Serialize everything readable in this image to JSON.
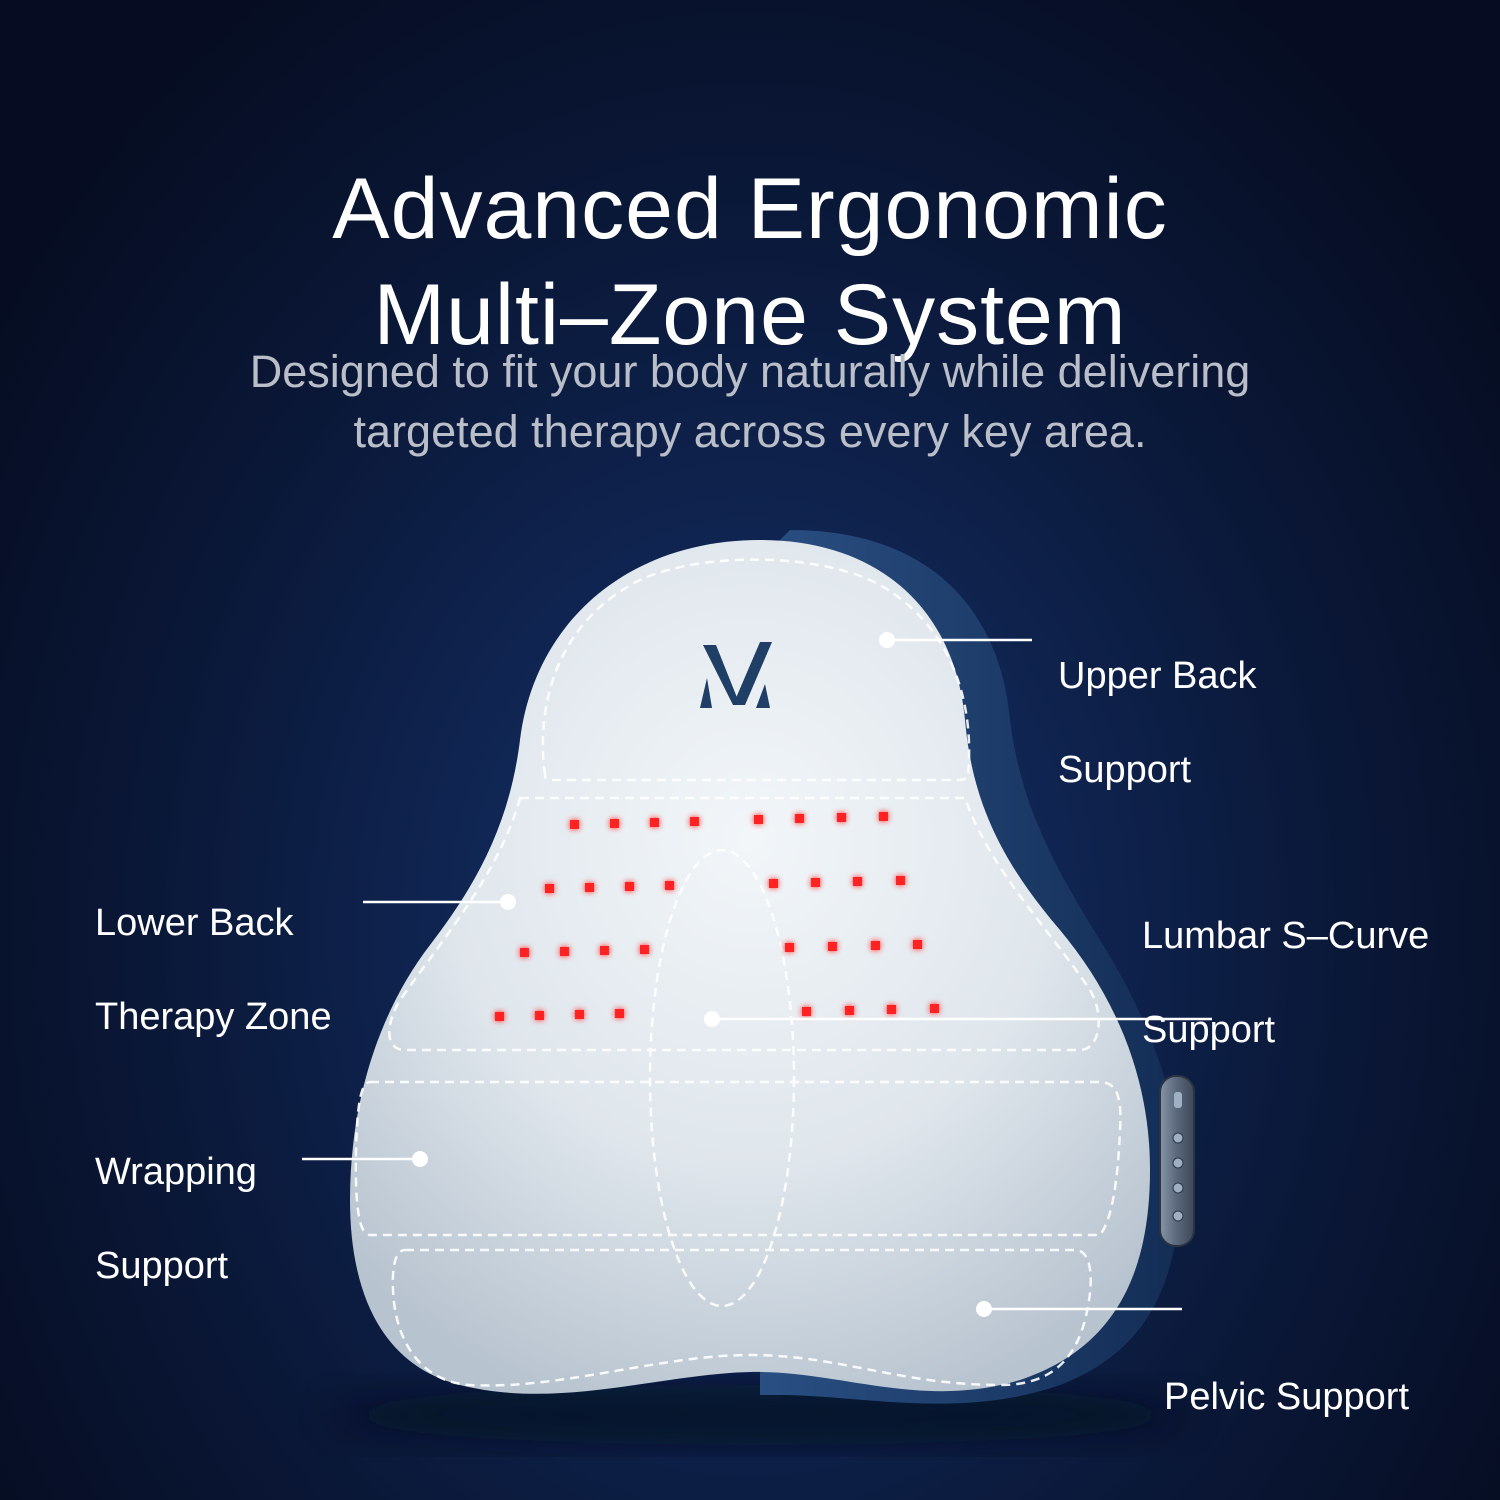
{
  "header": {
    "title_line1": "Advanced Ergonomic",
    "title_line2": "Multi–Zone System",
    "subtitle_line1": "Designed to fit your body naturally while delivering",
    "subtitle_line2": "targeted therapy across every key area."
  },
  "callouts": {
    "upper_back": [
      "Upper Back",
      "Support"
    ],
    "lower_back": [
      "Lower Back",
      "Therapy Zone"
    ],
    "lumbar": [
      "Lumbar S–Curve",
      "Support"
    ],
    "wrapping": [
      "Wrapping",
      "Support"
    ],
    "pelvic": [
      "Pelvic Support"
    ]
  },
  "icons": {
    "logo": "brand-logo-icon",
    "controls": "control-panel-icon"
  },
  "colors": {
    "background": "#0a1736",
    "cushion": "#e6ecf1",
    "cushion_back": "#1d3f6e",
    "led": "#ff2a2a",
    "logo": "#1f3f66"
  }
}
